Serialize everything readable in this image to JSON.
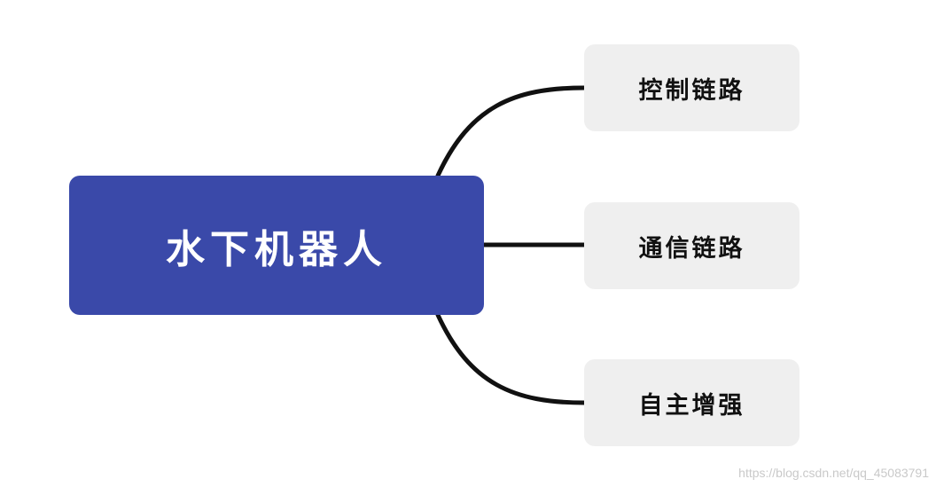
{
  "root": {
    "label": "水下机器人",
    "color": "#3a49a9"
  },
  "children": [
    {
      "label": "控制链路"
    },
    {
      "label": "通信链路"
    },
    {
      "label": "自主增强"
    }
  ],
  "child_color": "#efefef",
  "connector_color": "#111111",
  "watermark": "https://blog.csdn.net/qq_45083791"
}
